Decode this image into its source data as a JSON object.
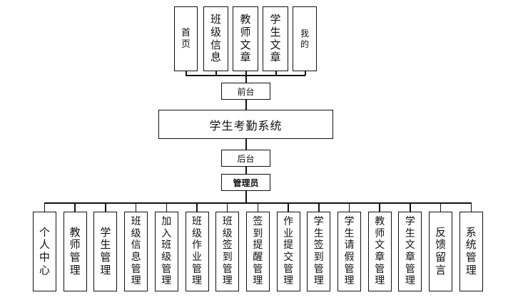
{
  "top_row": [
    {
      "label": "首页",
      "size": 13
    },
    {
      "label": "班级信息",
      "size": 15
    },
    {
      "label": "教师文章",
      "size": 15
    },
    {
      "label": "学生文章",
      "size": 15
    },
    {
      "label": "我的",
      "size": 12
    }
  ],
  "frontend_label": "前台",
  "system_title": "学生考勤系统",
  "backend_label": "后台",
  "admin_label": "管理员",
  "bottom_row": [
    "个人中心",
    "教师管理",
    "学生管理",
    "班级信息管理",
    "加入班级管理",
    "班级作业管理",
    "班级签到管理",
    "签到提醒管理",
    "作业提交管理",
    "学生签到管理",
    "学生请假管理",
    "教师文章管理",
    "学生文章管理",
    "反馈留言",
    "系统管理"
  ]
}
